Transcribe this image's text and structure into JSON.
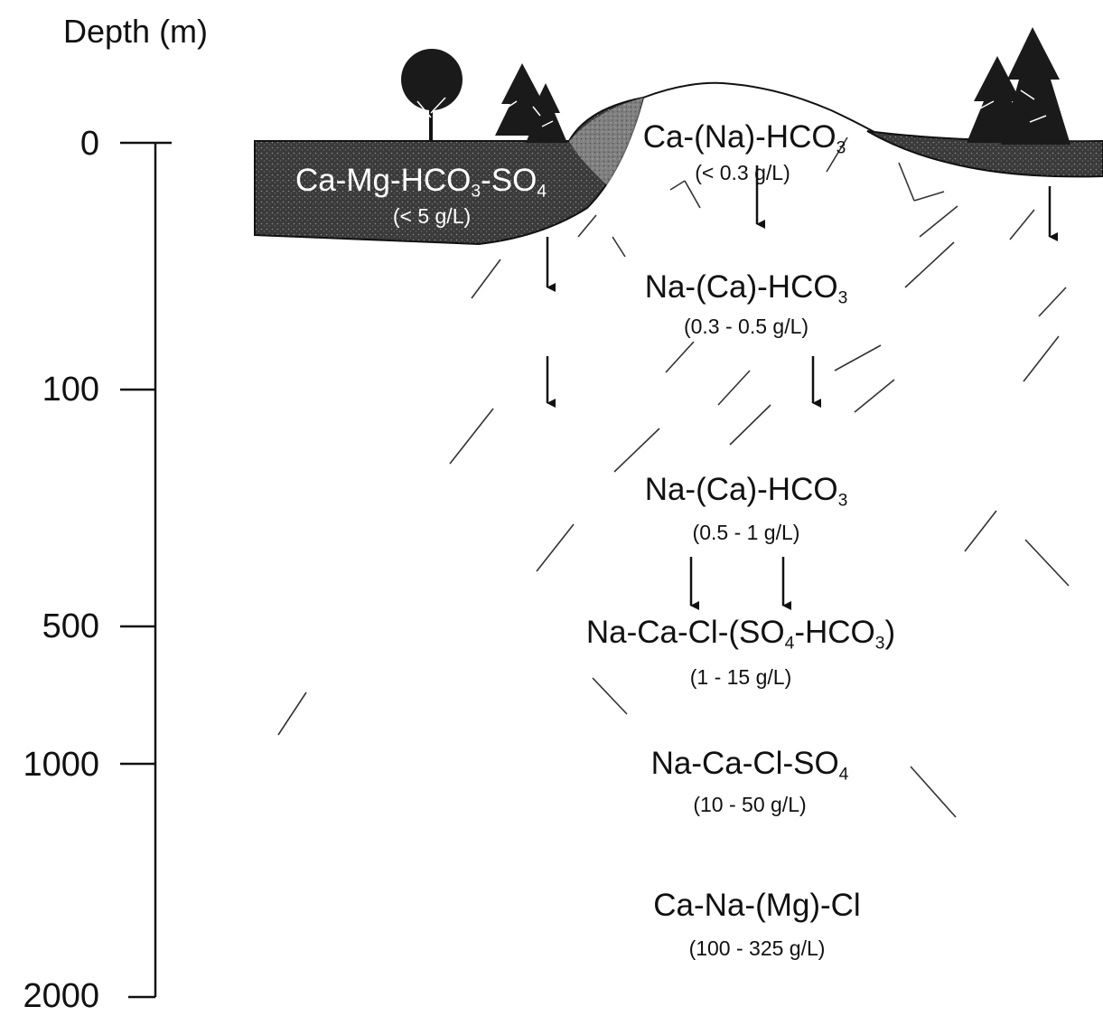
{
  "axis": {
    "title": "Depth (m)",
    "ticks": [
      "0",
      "100",
      "500",
      "1000",
      "2000"
    ]
  },
  "zones": [
    {
      "pre": "Ca-Mg-HCO",
      "sub1": "3",
      "mid": "-SO",
      "sub2": "4",
      "post": "",
      "tds": "(< 5 g/L)"
    },
    {
      "pre": "Ca-(Na)-HCO",
      "sub1": "3",
      "mid": "",
      "sub2": "",
      "post": "",
      "tds": "(< 0.3 g/L)"
    },
    {
      "pre": "Na-(Ca)-HCO",
      "sub1": "3",
      "mid": "",
      "sub2": "",
      "post": "",
      "tds": "(0.3 - 0.5 g/L)"
    },
    {
      "pre": "Na-(Ca)-HCO",
      "sub1": "3",
      "mid": "",
      "sub2": "",
      "post": "",
      "tds": "(0.5 - 1 g/L)"
    },
    {
      "pre": "Na-Ca-Cl-(SO",
      "sub1": "4",
      "mid": "-HCO",
      "sub2": "3",
      "post": ")",
      "tds": "(1 - 15 g/L)"
    },
    {
      "pre": "Na-Ca-Cl-SO",
      "sub1": "4",
      "mid": "",
      "sub2": "",
      "post": "",
      "tds": "(10 - 50 g/L)"
    },
    {
      "pre": "Ca-Na-(Mg)-Cl",
      "sub1": "",
      "mid": "",
      "sub2": "",
      "post": "",
      "tds": "(100 - 325 g/L)"
    }
  ],
  "colors": {
    "sediment": "#2a2a2a",
    "sediment_light": "#8a8a8a",
    "ink": "#111111",
    "background": "#ffffff"
  },
  "icons": [
    "deciduous-tree-icon",
    "conifer-tree-icon"
  ]
}
